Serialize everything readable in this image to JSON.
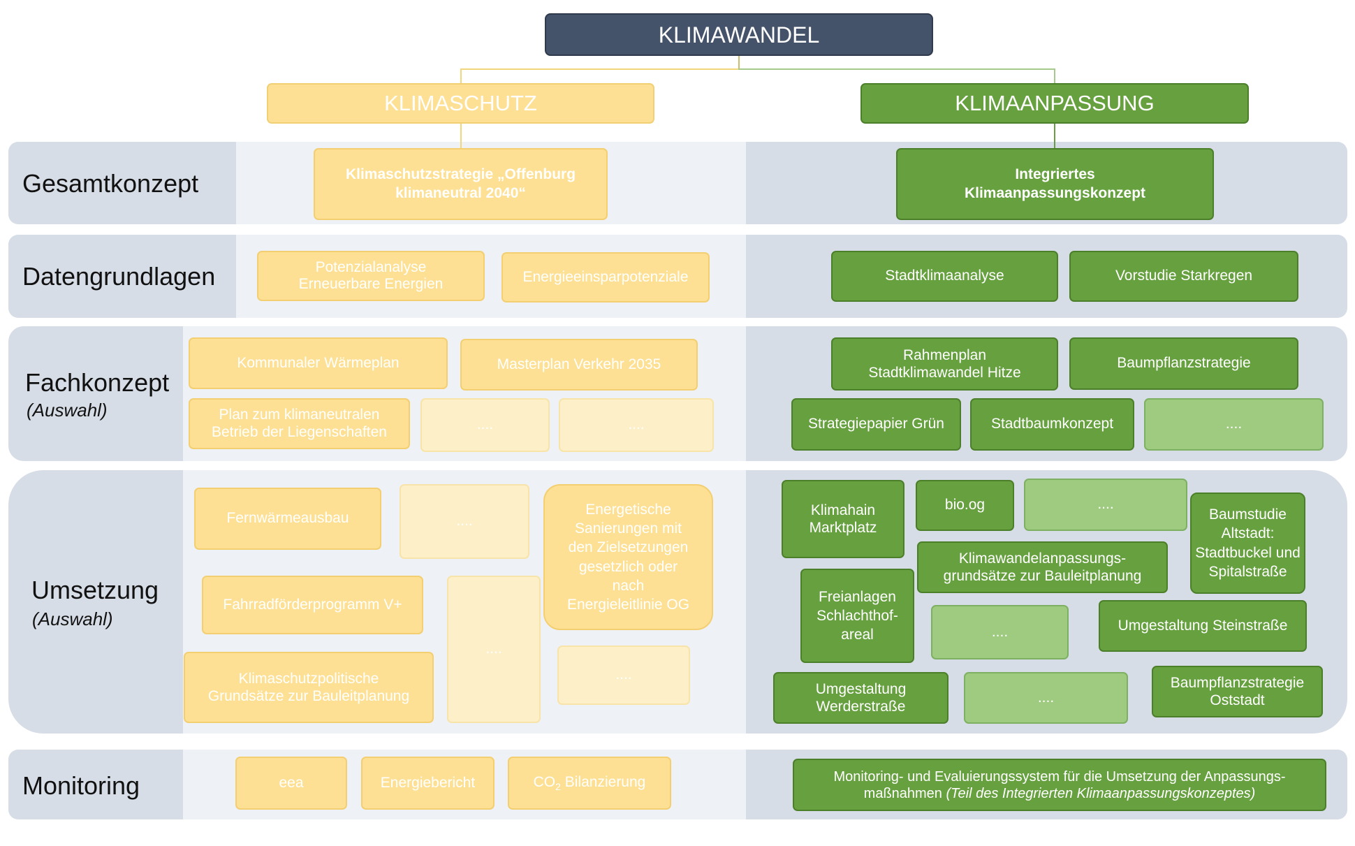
{
  "top": "KLIMAWANDEL",
  "klimaschutz": "KLIMASCHUTZ",
  "klimaanpassung": "KLIMAANPASSUNG",
  "rows": {
    "gesamtkonzept": "Gesamtkonzept",
    "datengrundlagen": "Datengrundlagen",
    "fachkonzept": "Fachkonzept",
    "fachkonzept_sub": "(Auswahl)",
    "umsetzung": "Umsetzung",
    "umsetzung_sub": "(Auswahl)",
    "monitoring": "Monitoring"
  },
  "boxes": {
    "ks_strategie_l1": "Klimaschutzstrategie „Offenburg",
    "ks_strategie_l2": "klimaneutral 2040“",
    "ika_l1": "Integriertes",
    "ika_l2": "Klimaanpassungskonzept",
    "potenzial_l1": "Potenzialanalyse",
    "potenzial_l2": "Erneuerbare Energien",
    "energieeinspar": "Energieeinsparpotenziale",
    "stadtklima": "Stadtklimaanalyse",
    "starkregen": "Vorstudie Starkregen",
    "waermeplan": "Kommunaler Wärmeplan",
    "masterplan": "Masterplan Verkehr 2035",
    "liegenschaften_l1": "Plan zum klimaneutralen",
    "liegenschaften_l2": "Betrieb der Liegenschaften",
    "dots": "....",
    "rahmenplan_l1": "Rahmenplan",
    "rahmenplan_l2": "Stadtklimawandel Hitze",
    "baumpflanz": "Baumpflanzstrategie",
    "strategiegruen": "Strategiepapier Grün",
    "stadtbaum": "Stadtbaumkonzept",
    "fernwaerme": "Fernwärmeausbau",
    "sanierung_l1": "Energetische",
    "sanierung_l2": "Sanierungen mit",
    "sanierung_l3": "den Zielsetzungen",
    "sanierung_l4": "gesetzlich oder",
    "sanierung_l5": "nach",
    "sanierung_l6": "Energieleitlinie OG",
    "fahrrad": "Fahrradförderprogramm V+",
    "ksgrund_l1": "Klimaschutzpolitische",
    "ksgrund_l2": "Grundsätze zur Bauleitplanung",
    "klimahain_l1": "Klimahain",
    "klimahain_l2": "Marktplatz",
    "bioog": "bio.og",
    "baumstudie_l1": "Baumstudie",
    "baumstudie_l2": "Altstadt:",
    "baumstudie_l3": "Stadtbuckel und",
    "baumstudie_l4": "Spitalstraße",
    "kwa_l1": "Klimawandelanpassungs-",
    "kwa_l2": "grundsätze zur Bauleitplanung",
    "freianlagen_l1": "Freianlagen",
    "freianlagen_l2": "Schlachthof-",
    "freianlagen_l3": "areal",
    "steinstrasse": "Umgestaltung Steinstraße",
    "werder_l1": "Umgestaltung",
    "werder_l2": "Werderstraße",
    "baumost_l1": "Baumpflanzstrategie",
    "baumost_l2": "Oststadt",
    "eea": "eea",
    "energiebericht": "Energiebericht",
    "co2_a": "CO",
    "co2_sub": "2",
    "co2_b": " Bilanzierung",
    "monsys_l1": "Monitoring- und Evaluierungssystem für die Umsetzung der Anpassungs-",
    "monsys_l2a": "maßnahmen ",
    "monsys_l2b": "(Teil des Integrierten Klimaanpassungskonzeptes)"
  },
  "colors": {
    "header": "#44526a",
    "yellow": "#fde093",
    "yellow_light": "#fdf0c8",
    "green": "#66a03f",
    "green_light": "#9ecb80",
    "band_dark": "#d7dde6",
    "band_light": "#eef1f5"
  }
}
